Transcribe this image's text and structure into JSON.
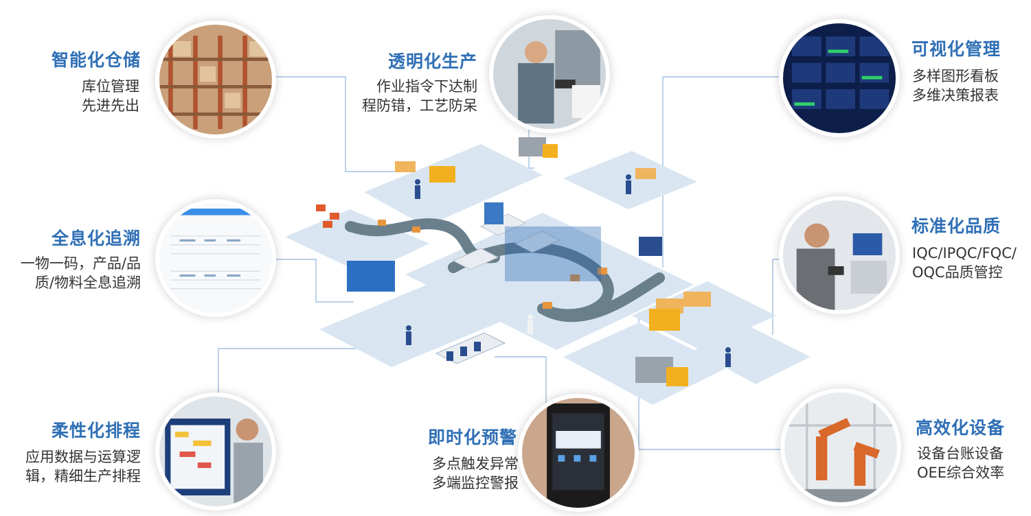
{
  "features": [
    {
      "id": "storage",
      "title": "智能化仓储",
      "lines": [
        "库位管理",
        "先进先出"
      ],
      "icon": "warehouse-shelves-photo"
    },
    {
      "id": "production",
      "title": "透明化生产",
      "lines": [
        "作业指令下达制",
        "程防错，工艺防呆"
      ],
      "icon": "worker-scanning-photo"
    },
    {
      "id": "visual",
      "title": "可视化管理",
      "lines": [
        "多样图形看板",
        "多维决策报表"
      ],
      "icon": "dashboard-screen-photo"
    },
    {
      "id": "trace",
      "title": "全息化追溯",
      "lines": [
        "一物一码，产品/品",
        "质/物料全息追溯"
      ],
      "icon": "trace-table-screenshot"
    },
    {
      "id": "quality",
      "title": "标准化品质",
      "lines": [
        "IQC/IPQC/FQC/",
        "OQC品质管控"
      ],
      "icon": "quality-inspector-photo"
    },
    {
      "id": "schedule",
      "title": "柔性化排程",
      "lines": [
        "应用数据与运算逻",
        "辑，精细生产排程"
      ],
      "icon": "touchscreen-schedule-photo"
    },
    {
      "id": "alert",
      "title": "即时化预警",
      "lines": [
        "多点触发异常",
        "多端监控警报"
      ],
      "icon": "mobile-alert-photo"
    },
    {
      "id": "equipment",
      "title": "高效化设备",
      "lines": [
        "设备台账设备",
        "OEE综合效率"
      ],
      "icon": "robot-arms-photo"
    }
  ],
  "colors": {
    "title": "#2f6fb5",
    "text": "#333333",
    "connector": "#8fb4d9",
    "platform": "#d9e6f2"
  }
}
